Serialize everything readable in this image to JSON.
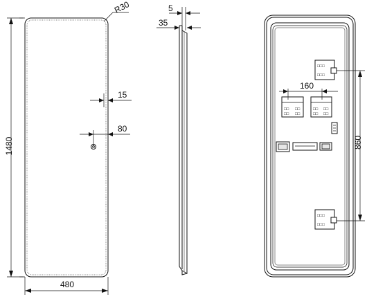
{
  "front_view": {
    "radius_label": "R30",
    "height_label": "1480",
    "width_label": "480",
    "offset_a_label": "15",
    "offset_b_label": "80"
  },
  "side_view": {
    "top_label": "5",
    "depth_label": "35"
  },
  "back_view": {
    "spacing_label": "160",
    "vertical_label": "860"
  }
}
